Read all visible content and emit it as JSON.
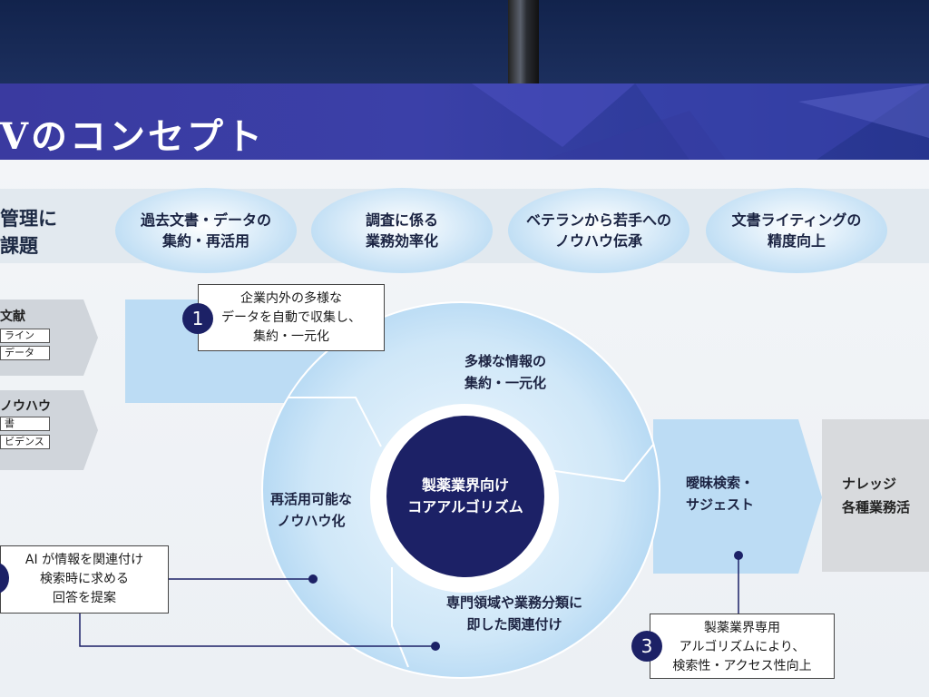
{
  "header": {
    "title": "Vのコンセプト"
  },
  "issues": {
    "title_line1": "管理に",
    "title_line2": "課題",
    "items": [
      {
        "line1": "過去文書・データの",
        "line2": "集約・再活用"
      },
      {
        "line1": "調査に係る",
        "line2": "業務効率化"
      },
      {
        "line1": "ベテランから若手への",
        "line2": "ノウハウ伝承"
      },
      {
        "line1": "文書ライティングの",
        "line2": "精度向上"
      }
    ]
  },
  "left_panel": {
    "group1": {
      "label": "文献",
      "tags": [
        "ライン",
        "データ"
      ]
    },
    "group2": {
      "label": "ノウハウ",
      "tags": [
        "書",
        "ビデンス"
      ]
    }
  },
  "core": {
    "line1": "製薬業界向け",
    "line2": "コアアルゴリズム"
  },
  "segments": {
    "top": {
      "line1": "多様な情報の",
      "line2": "集約・一元化"
    },
    "left": {
      "line1": "再活用可能な",
      "line2": "ノウハウ化"
    },
    "bottom": {
      "line1": "専門領域や業務分類に",
      "line2": "即した関連付け"
    },
    "right": {
      "line1": "曖昧検索・",
      "line2": "サジェスト"
    }
  },
  "callouts": {
    "c1": {
      "number": "1",
      "line1": "企業内外の多様な",
      "line2": "データを自動で収集し、",
      "line3": "集約・一元化"
    },
    "c2": {
      "line1": "AI が情報を関連付け",
      "line2": "検索時に求める",
      "line3": "回答を提案"
    },
    "c3": {
      "number": "3",
      "line1": "製薬業界専用",
      "line2": "アルゴリズムにより、",
      "line3": "検索性・アクセス性向上"
    }
  },
  "knowledge": {
    "line1": "ナレッジ",
    "line2": "各種業務活"
  },
  "colors": {
    "navy": "#1c2166",
    "header_purple": "#3b40a8",
    "light_blue": "#bcdcf4"
  }
}
